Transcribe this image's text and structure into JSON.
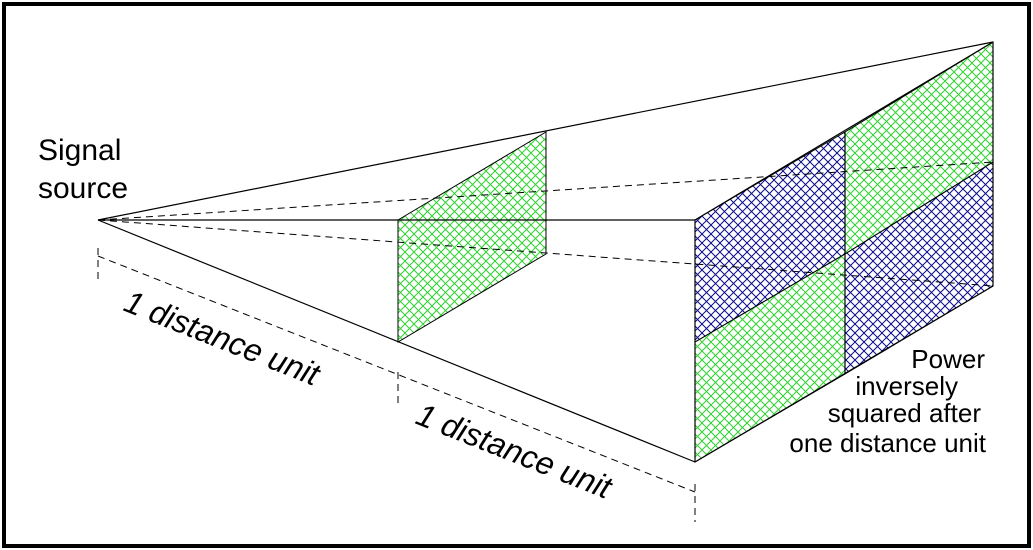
{
  "labels": {
    "signal_source_line1": "Signal",
    "signal_source_line2": "source",
    "distance_unit_1": "1 distance unit",
    "distance_unit_2": "1 distance unit",
    "power_line1": "Power",
    "power_line2": "inversely",
    "power_line3": "squared after",
    "power_line4": "one distance unit"
  },
  "colors": {
    "hatch_green": "#2fd12f",
    "hatch_blue": "#0a0a8a",
    "stroke": "#000000"
  }
}
